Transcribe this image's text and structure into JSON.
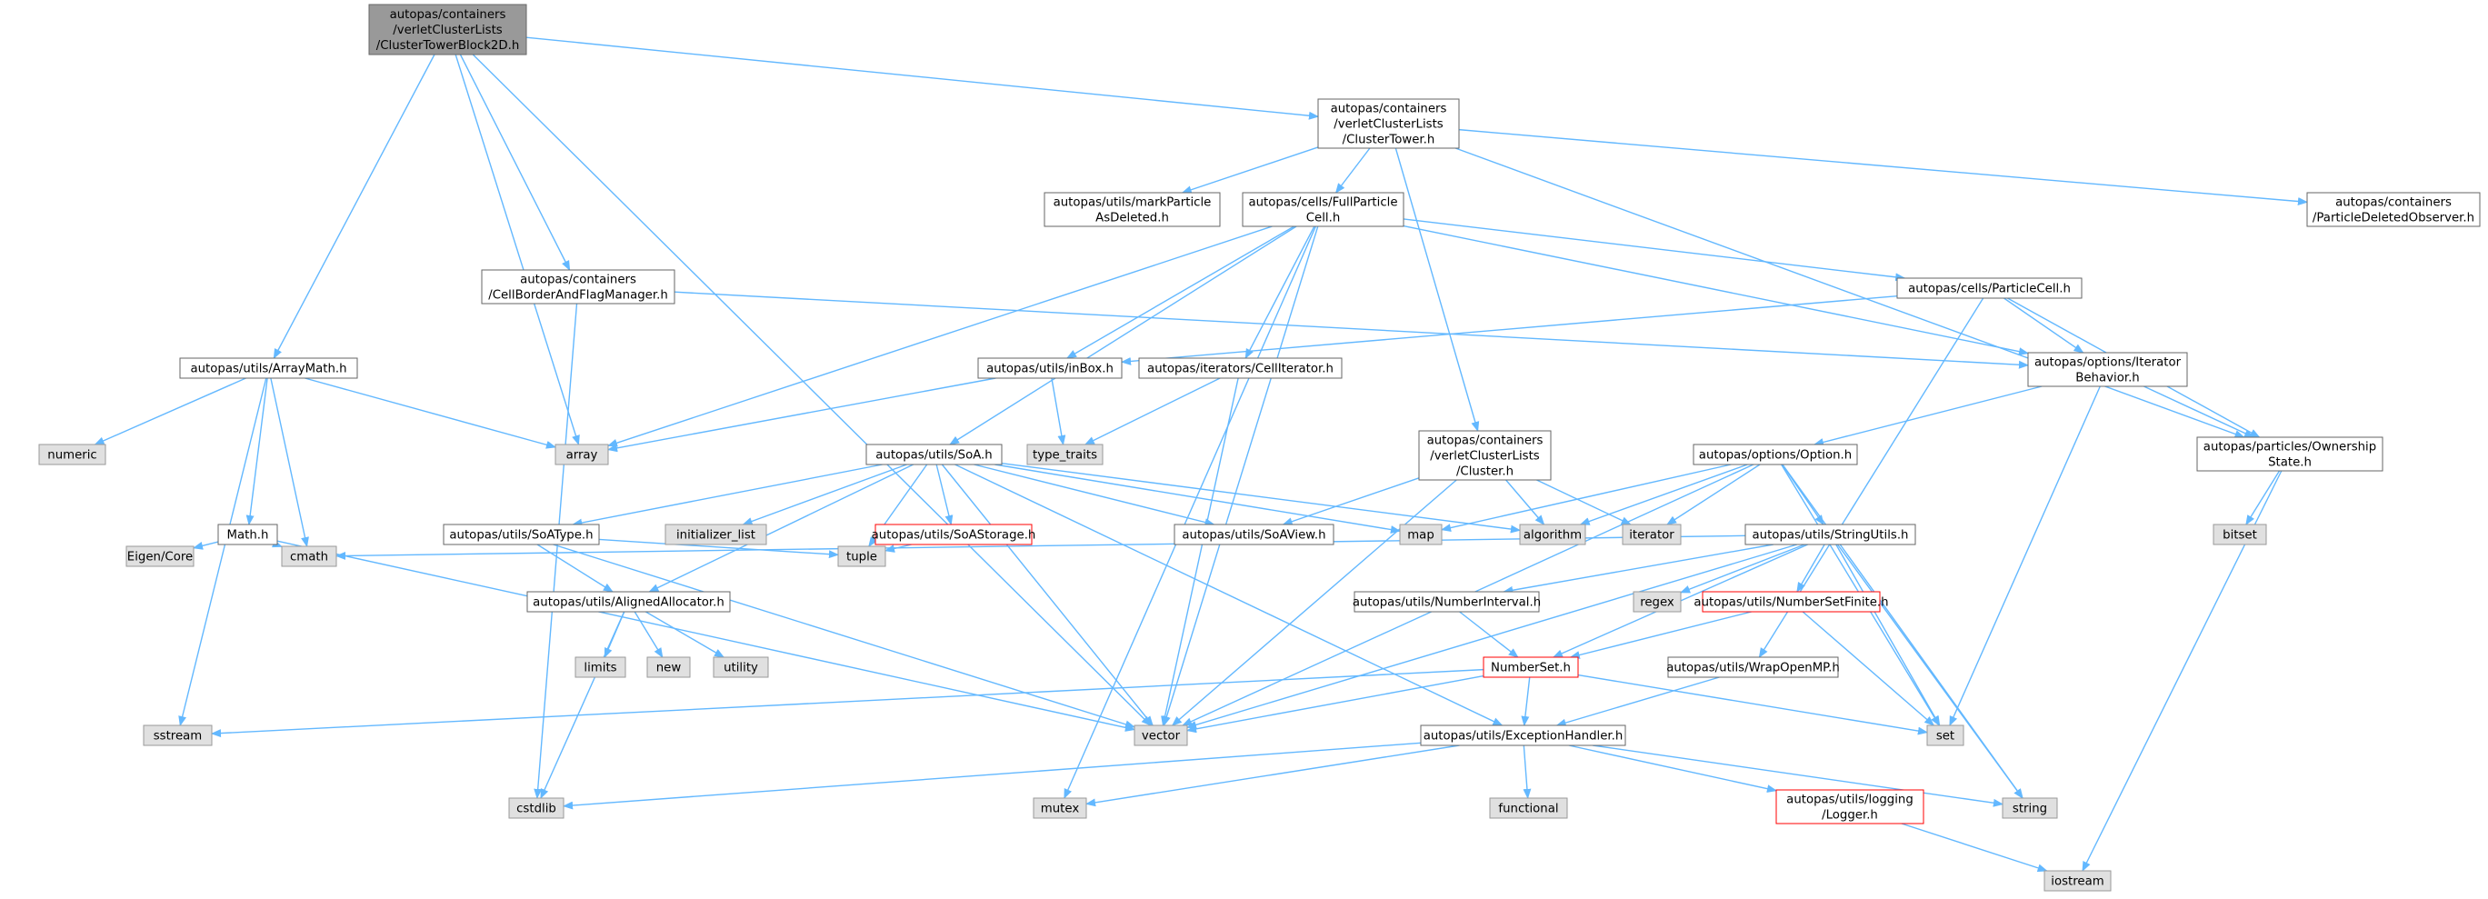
{
  "colors": {
    "edge": "#63b8ff",
    "node_border": "#666666",
    "incomplete_border": "#ff0000",
    "system_fill": "#e0e0e0",
    "root_fill": "#999999"
  },
  "nodes": [
    {
      "id": "root",
      "lines": [
        "autopas/containers",
        "/verletClusterLists",
        "/ClusterTowerBlock2D.h"
      ],
      "kind": "root"
    },
    {
      "id": "clustertower",
      "lines": [
        "autopas/containers",
        "/verletClusterLists",
        "/ClusterTower.h"
      ],
      "kind": "normal"
    },
    {
      "id": "markparticle",
      "lines": [
        "autopas/utils/markParticle",
        "AsDeleted.h"
      ],
      "kind": "normal"
    },
    {
      "id": "fullparticlecell",
      "lines": [
        "autopas/cells/FullParticle",
        "Cell.h"
      ],
      "kind": "normal"
    },
    {
      "id": "deletedobserver",
      "lines": [
        "autopas/containers",
        "/ParticleDeletedObserver.h"
      ],
      "kind": "normal"
    },
    {
      "id": "cellborder",
      "lines": [
        "autopas/containers",
        "/CellBorderAndFlagManager.h"
      ],
      "kind": "normal"
    },
    {
      "id": "particlecell",
      "lines": [
        "autopas/cells/ParticleCell.h"
      ],
      "kind": "normal"
    },
    {
      "id": "arraymath",
      "lines": [
        "autopas/utils/ArrayMath.h"
      ],
      "kind": "normal"
    },
    {
      "id": "inbox",
      "lines": [
        "autopas/utils/inBox.h"
      ],
      "kind": "normal"
    },
    {
      "id": "celliterator",
      "lines": [
        "autopas/iterators/CellIterator.h"
      ],
      "kind": "normal"
    },
    {
      "id": "iteratorbehavior",
      "lines": [
        "autopas/options/Iterator",
        "Behavior.h"
      ],
      "kind": "normal"
    },
    {
      "id": "numeric",
      "lines": [
        "numeric"
      ],
      "kind": "sys"
    },
    {
      "id": "array",
      "lines": [
        "array"
      ],
      "kind": "sys"
    },
    {
      "id": "type_traits",
      "lines": [
        "type_traits"
      ],
      "kind": "sys"
    },
    {
      "id": "cluster",
      "lines": [
        "autopas/containers",
        "/verletClusterLists",
        "/Cluster.h"
      ],
      "kind": "normal"
    },
    {
      "id": "option",
      "lines": [
        "autopas/options/Option.h"
      ],
      "kind": "normal"
    },
    {
      "id": "ownership",
      "lines": [
        "autopas/particles/Ownership",
        "State.h"
      ],
      "kind": "normal"
    },
    {
      "id": "soa",
      "lines": [
        "autopas/utils/SoA.h"
      ],
      "kind": "normal"
    },
    {
      "id": "mathh",
      "lines": [
        "Math.h"
      ],
      "kind": "normal"
    },
    {
      "id": "soatype",
      "lines": [
        "autopas/utils/SoAType.h"
      ],
      "kind": "normal"
    },
    {
      "id": "initializer_list",
      "lines": [
        "initializer_list"
      ],
      "kind": "sys"
    },
    {
      "id": "soastorage",
      "lines": [
        "autopas/utils/SoAStorage.h"
      ],
      "kind": "red"
    },
    {
      "id": "soaview",
      "lines": [
        "autopas/utils/SoAView.h"
      ],
      "kind": "normal"
    },
    {
      "id": "map",
      "lines": [
        "map"
      ],
      "kind": "sys"
    },
    {
      "id": "algorithm",
      "lines": [
        "algorithm"
      ],
      "kind": "sys"
    },
    {
      "id": "iterator",
      "lines": [
        "iterator"
      ],
      "kind": "sys"
    },
    {
      "id": "bitset",
      "lines": [
        "bitset"
      ],
      "kind": "sys"
    },
    {
      "id": "stringutils",
      "lines": [
        "autopas/utils/StringUtils.h"
      ],
      "kind": "normal"
    },
    {
      "id": "eigen",
      "lines": [
        "Eigen/Core"
      ],
      "kind": "sys"
    },
    {
      "id": "cmath",
      "lines": [
        "cmath"
      ],
      "kind": "sys"
    },
    {
      "id": "tuple",
      "lines": [
        "tuple"
      ],
      "kind": "sys"
    },
    {
      "id": "alignedalloc",
      "lines": [
        "autopas/utils/AlignedAllocator.h"
      ],
      "kind": "normal"
    },
    {
      "id": "numberinterval",
      "lines": [
        "autopas/utils/NumberInterval.h"
      ],
      "kind": "normal"
    },
    {
      "id": "regex",
      "lines": [
        "regex"
      ],
      "kind": "sys"
    },
    {
      "id": "numbersetfinite",
      "lines": [
        "autopas/utils/NumberSetFinite.h"
      ],
      "kind": "red"
    },
    {
      "id": "limits",
      "lines": [
        "limits"
      ],
      "kind": "sys"
    },
    {
      "id": "new",
      "lines": [
        "new"
      ],
      "kind": "sys"
    },
    {
      "id": "utility",
      "lines": [
        "utility"
      ],
      "kind": "sys"
    },
    {
      "id": "numberset",
      "lines": [
        "NumberSet.h"
      ],
      "kind": "red"
    },
    {
      "id": "wrapopenmp",
      "lines": [
        "autopas/utils/WrapOpenMP.h"
      ],
      "kind": "normal"
    },
    {
      "id": "sstream",
      "lines": [
        "sstream"
      ],
      "kind": "sys"
    },
    {
      "id": "vector",
      "lines": [
        "vector"
      ],
      "kind": "sys"
    },
    {
      "id": "set",
      "lines": [
        "set"
      ],
      "kind": "sys"
    },
    {
      "id": "exceptionhandler",
      "lines": [
        "autopas/utils/ExceptionHandler.h"
      ],
      "kind": "normal"
    },
    {
      "id": "cstdlib",
      "lines": [
        "cstdlib"
      ],
      "kind": "sys"
    },
    {
      "id": "mutex",
      "lines": [
        "mutex"
      ],
      "kind": "sys"
    },
    {
      "id": "functional",
      "lines": [
        "functional"
      ],
      "kind": "sys"
    },
    {
      "id": "logger",
      "lines": [
        "autopas/utils/logging",
        "/Logger.h"
      ],
      "kind": "red"
    },
    {
      "id": "string",
      "lines": [
        "string"
      ],
      "kind": "sys"
    },
    {
      "id": "iostream",
      "lines": [
        "iostream"
      ],
      "kind": "sys"
    }
  ],
  "edges": [
    [
      "root",
      "clustertower"
    ],
    [
      "root",
      "arraymath"
    ],
    [
      "root",
      "cellborder"
    ],
    [
      "root",
      "array"
    ],
    [
      "root",
      "vector"
    ],
    [
      "clustertower",
      "markparticle"
    ],
    [
      "clustertower",
      "fullparticlecell"
    ],
    [
      "clustertower",
      "deletedobserver"
    ],
    [
      "clustertower",
      "cluster"
    ],
    [
      "clustertower",
      "ownership"
    ],
    [
      "fullparticlecell",
      "array"
    ],
    [
      "fullparticlecell",
      "particlecell"
    ],
    [
      "fullparticlecell",
      "inbox"
    ],
    [
      "fullparticlecell",
      "celliterator"
    ],
    [
      "fullparticlecell",
      "iteratorbehavior"
    ],
    [
      "fullparticlecell",
      "soa"
    ],
    [
      "fullparticlecell",
      "vector"
    ],
    [
      "fullparticlecell",
      "mutex"
    ],
    [
      "cellborder",
      "iteratorbehavior"
    ],
    [
      "cellborder",
      "cstdlib"
    ],
    [
      "particlecell",
      "inbox"
    ],
    [
      "particlecell",
      "iteratorbehavior"
    ],
    [
      "particlecell",
      "ownership"
    ],
    [
      "particlecell",
      "wrapopenmp"
    ],
    [
      "arraymath",
      "numeric"
    ],
    [
      "arraymath",
      "array"
    ],
    [
      "arraymath",
      "mathh"
    ],
    [
      "arraymath",
      "cmath"
    ],
    [
      "arraymath",
      "sstream"
    ],
    [
      "inbox",
      "array"
    ],
    [
      "inbox",
      "type_traits"
    ],
    [
      "celliterator",
      "type_traits"
    ],
    [
      "celliterator",
      "vector"
    ],
    [
      "iteratorbehavior",
      "option"
    ],
    [
      "iteratorbehavior",
      "ownership"
    ],
    [
      "iteratorbehavior",
      "set"
    ],
    [
      "cluster",
      "algorithm"
    ],
    [
      "cluster",
      "iterator"
    ],
    [
      "cluster",
      "soaview"
    ],
    [
      "cluster",
      "vector"
    ],
    [
      "option",
      "map"
    ],
    [
      "option",
      "algorithm"
    ],
    [
      "option",
      "iterator"
    ],
    [
      "option",
      "stringutils"
    ],
    [
      "option",
      "set"
    ],
    [
      "option",
      "string"
    ],
    [
      "option",
      "vector"
    ],
    [
      "ownership",
      "bitset"
    ],
    [
      "ownership",
      "iostream"
    ],
    [
      "soa",
      "soatype"
    ],
    [
      "soa",
      "initializer_list"
    ],
    [
      "soa",
      "soastorage"
    ],
    [
      "soa",
      "soaview"
    ],
    [
      "soa",
      "map"
    ],
    [
      "soa",
      "algorithm"
    ],
    [
      "soa",
      "tuple"
    ],
    [
      "soa",
      "alignedalloc"
    ],
    [
      "soa",
      "vector"
    ],
    [
      "soa",
      "exceptionhandler"
    ],
    [
      "mathh",
      "eigen"
    ],
    [
      "mathh",
      "cmath"
    ],
    [
      "mathh",
      "vector"
    ],
    [
      "soatype",
      "alignedalloc"
    ],
    [
      "soatype",
      "tuple"
    ],
    [
      "soatype",
      "vector"
    ],
    [
      "soastorage",
      "tuple"
    ],
    [
      "stringutils",
      "cmath"
    ],
    [
      "stringutils",
      "regex"
    ],
    [
      "stringutils",
      "numberinterval"
    ],
    [
      "stringutils",
      "numbersetfinite"
    ],
    [
      "stringutils",
      "numberset"
    ],
    [
      "stringutils",
      "set"
    ],
    [
      "stringutils",
      "string"
    ],
    [
      "stringutils",
      "vector"
    ],
    [
      "alignedalloc",
      "limits"
    ],
    [
      "alignedalloc",
      "new"
    ],
    [
      "alignedalloc",
      "utility"
    ],
    [
      "alignedalloc",
      "cstdlib"
    ],
    [
      "numberinterval",
      "numberset"
    ],
    [
      "numbersetfinite",
      "numberset"
    ],
    [
      "numbersetfinite",
      "set"
    ],
    [
      "numberset",
      "sstream"
    ],
    [
      "numberset",
      "vector"
    ],
    [
      "numberset",
      "set"
    ],
    [
      "numberset",
      "exceptionhandler"
    ],
    [
      "wrapopenmp",
      "exceptionhandler"
    ],
    [
      "exceptionhandler",
      "cstdlib"
    ],
    [
      "exceptionhandler",
      "mutex"
    ],
    [
      "exceptionhandler",
      "functional"
    ],
    [
      "exceptionhandler",
      "logger"
    ],
    [
      "exceptionhandler",
      "string"
    ],
    [
      "logger",
      "iostream"
    ]
  ]
}
